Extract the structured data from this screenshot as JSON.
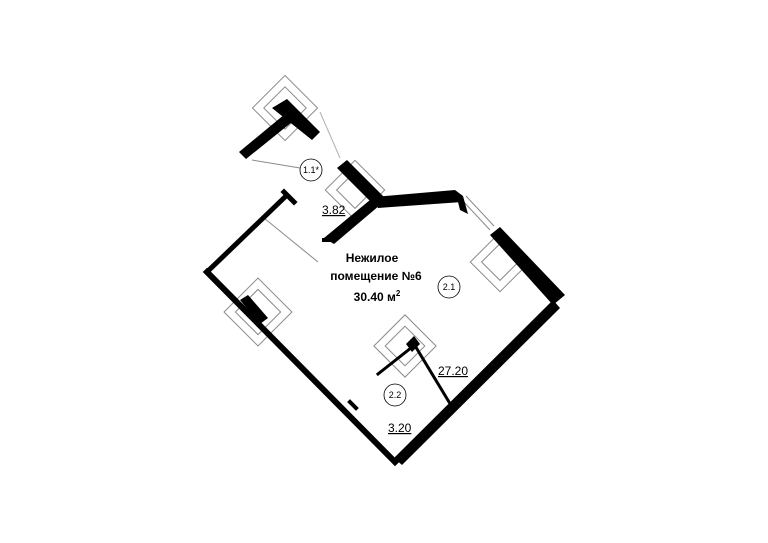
{
  "room": {
    "title_line1": "Нежилое",
    "title_line2": "помещение №6",
    "area_value": "30.40 м",
    "area_sup": "2",
    "area_color": "#1f78c8"
  },
  "zones": [
    {
      "id": "1.1",
      "label": "1.1*",
      "dimension": "3.82"
    },
    {
      "id": "2.1",
      "label": "2.1",
      "dimension": "27.20"
    },
    {
      "id": "2.2",
      "label": "2.2",
      "dimension": "3.20"
    }
  ],
  "colors": {
    "wall": "#000000",
    "window": "#8a8a8a",
    "background": "#ffffff"
  }
}
